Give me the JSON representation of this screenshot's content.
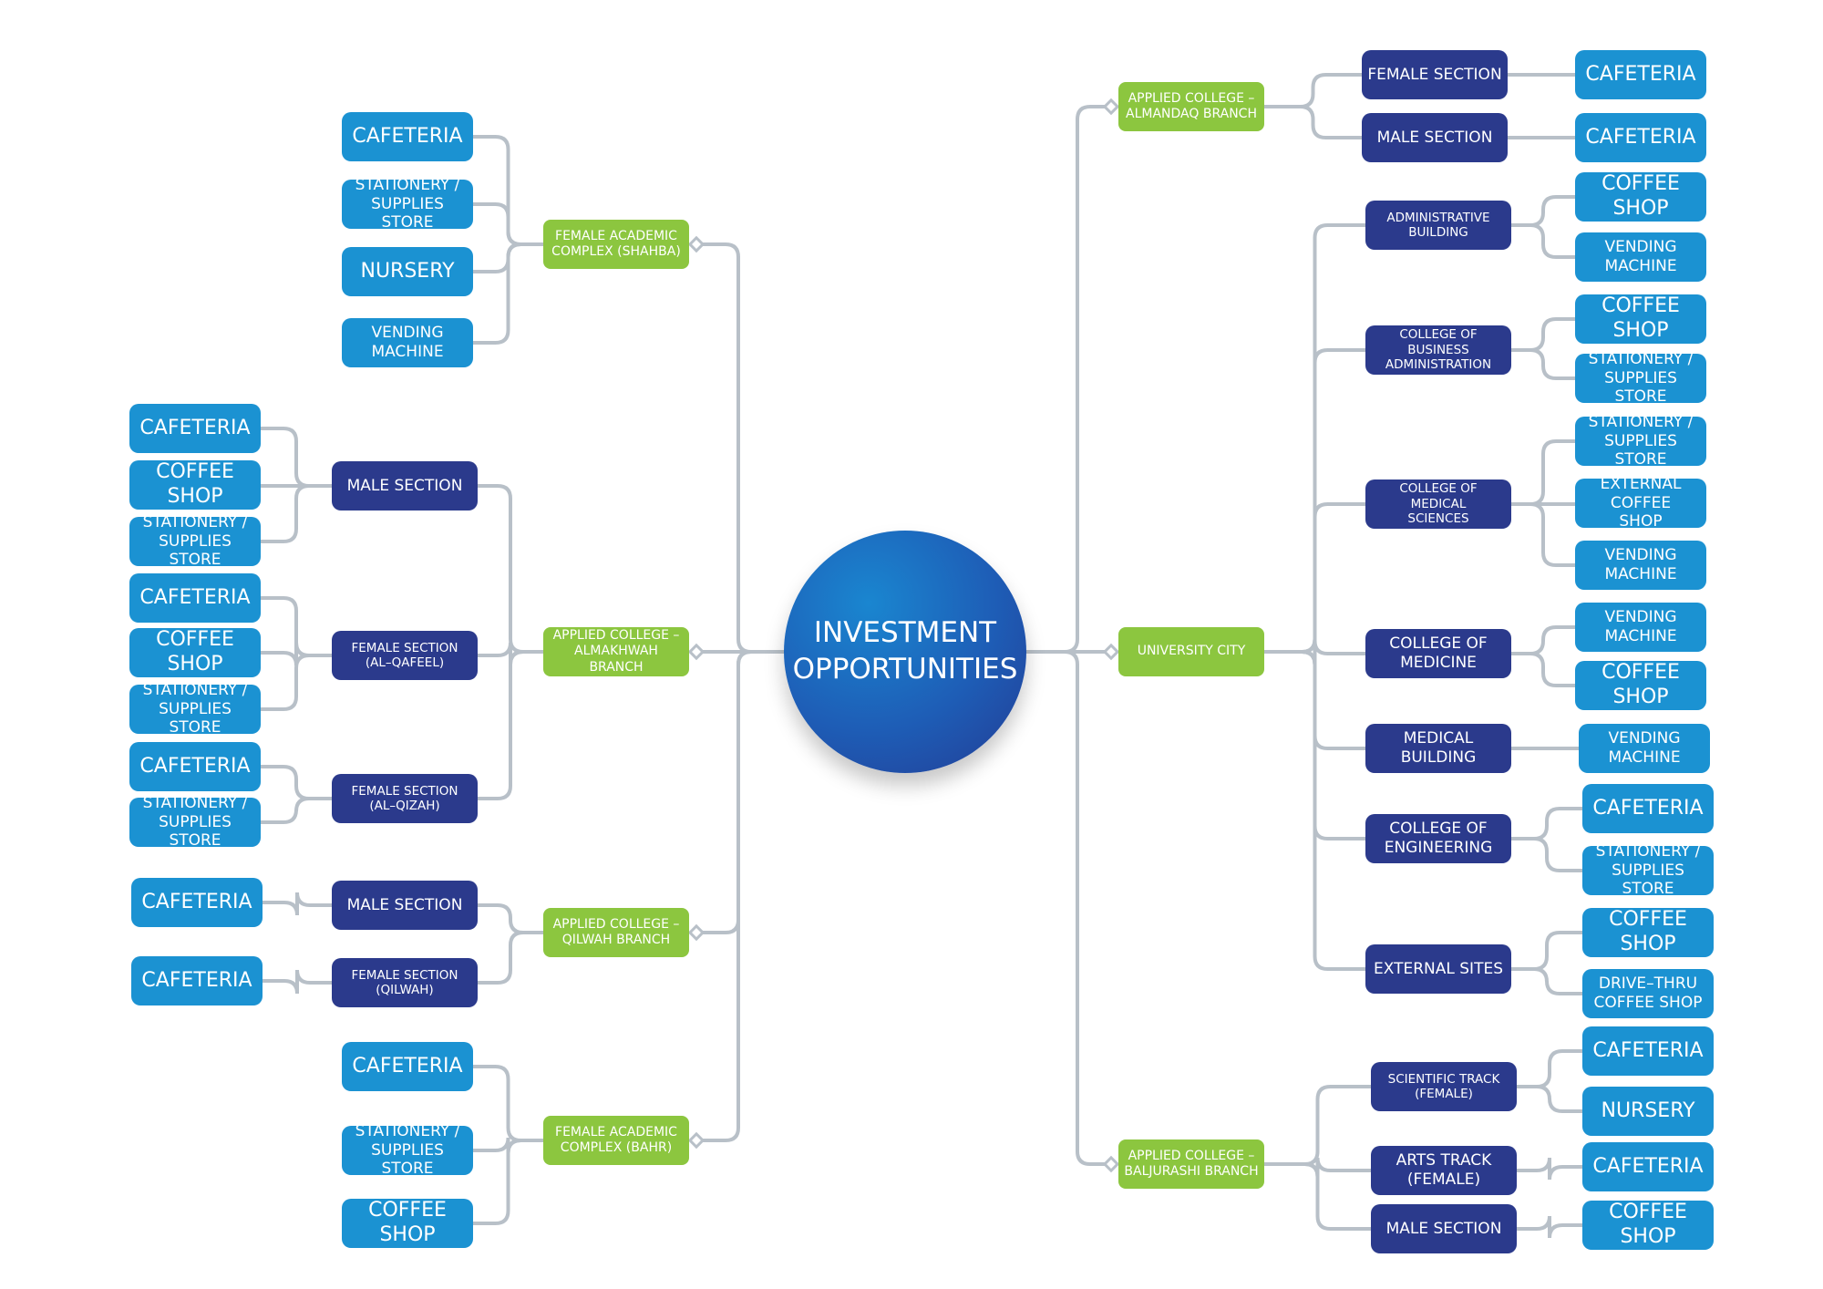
{
  "title": "INVESTMENT\nOPPORTUNITIES",
  "colors": {
    "center": "#1e5db6",
    "level1": "#8cc63f",
    "level2": "#2b3a8c",
    "level3": "#1b92d2",
    "connector": "#b8c0c8"
  },
  "left": [
    {
      "label": "FEMALE ACADEMIC\nCOMPLEX (SHAHBA)",
      "leaves": [
        "CAFETERIA",
        "STATIONERY /\nSUPPLIES STORE",
        "NURSERY",
        "VENDING\nMACHINE"
      ]
    },
    {
      "label": "APPLIED COLLEGE –\nALMAKHWAH BRANCH",
      "sections": [
        {
          "label": "MALE SECTION",
          "leaves": [
            "CAFETERIA",
            "COFFEE SHOP",
            "STATIONERY /\nSUPPLIES STORE"
          ]
        },
        {
          "label": "FEMALE SECTION\n(AL–QAFEEL)",
          "leaves": [
            "CAFETERIA",
            "COFFEE SHOP",
            "STATIONERY /\nSUPPLIES STORE"
          ]
        },
        {
          "label": "FEMALE SECTION\n(AL–QIZAH)",
          "leaves": [
            "CAFETERIA",
            "STATIONERY /\nSUPPLIES STORE"
          ]
        }
      ]
    },
    {
      "label": "APPLIED COLLEGE –\nQILWAH BRANCH",
      "sections": [
        {
          "label": "MALE SECTION",
          "leaves": [
            "CAFETERIA"
          ]
        },
        {
          "label": "FEMALE SECTION\n(QILWAH)",
          "leaves": [
            "CAFETERIA"
          ]
        }
      ]
    },
    {
      "label": "FEMALE ACADEMIC\nCOMPLEX (BAHR)",
      "leaves": [
        "CAFETERIA",
        "STATIONERY /\nSUPPLIES STORE",
        "COFFEE SHOP"
      ]
    }
  ],
  "right": [
    {
      "label": "APPLIED COLLEGE –\nALMANDAQ BRANCH",
      "sections": [
        {
          "label": "FEMALE SECTION",
          "leaves": [
            "CAFETERIA"
          ]
        },
        {
          "label": "MALE SECTION",
          "leaves": [
            "CAFETERIA"
          ]
        }
      ]
    },
    {
      "label": "UNIVERSITY CITY",
      "sections": [
        {
          "label": "ADMINISTRATIVE\nBUILDING",
          "leaves": [
            "COFFEE SHOP",
            "VENDING\nMACHINE"
          ]
        },
        {
          "label": "COLLEGE OF BUSINESS\nADMINISTRATION",
          "leaves": [
            "COFFEE SHOP",
            "STATIONERY /\nSUPPLIES STORE"
          ]
        },
        {
          "label": "COLLEGE OF MEDICAL\nSCIENCES",
          "leaves": [
            "STATIONERY /\nSUPPLIES STORE",
            "EXTERNAL COFFEE\nSHOP",
            "VENDING\nMACHINE"
          ]
        },
        {
          "label": "COLLEGE OF\nMEDICINE",
          "leaves": [
            "VENDING\nMACHINE",
            "COFFEE SHOP"
          ]
        },
        {
          "label": "MEDICAL BUILDING",
          "leaves": [
            "VENDING\nMACHINE"
          ]
        },
        {
          "label": "COLLEGE OF\nENGINEERING",
          "leaves": [
            "CAFETERIA",
            "STATIONERY /\nSUPPLIES STORE"
          ]
        },
        {
          "label": "EXTERNAL SITES",
          "leaves": [
            "COFFEE SHOP",
            "DRIVE–THRU\nCOFFEE SHOP"
          ]
        }
      ]
    },
    {
      "label": "APPLIED COLLEGE –\nBALJURASHI BRANCH",
      "sections": [
        {
          "label": "SCIENTIFIC TRACK\n(FEMALE)",
          "leaves": [
            "CAFETERIA",
            "NURSERY"
          ]
        },
        {
          "label": "ARTS TRACK\n(FEMALE)",
          "leaves": [
            "CAFETERIA"
          ]
        },
        {
          "label": "MALE SECTION",
          "leaves": [
            "COFFEE SHOP"
          ]
        }
      ]
    }
  ]
}
